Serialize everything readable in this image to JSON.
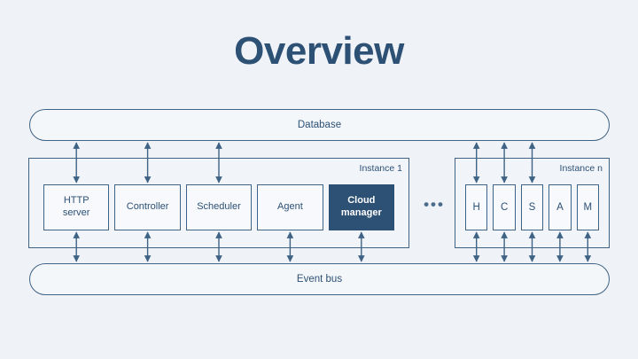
{
  "page": {
    "title": "Overview",
    "background_color": "#eff2f7",
    "accent_color": "#2d5075",
    "stroke_color": "#3f6384"
  },
  "database_bus": {
    "label": "Database"
  },
  "event_bus": {
    "label": "Event bus"
  },
  "instances": [
    {
      "label": "Instance 1",
      "components": [
        {
          "label": "HTTP server",
          "line1": "HTTP",
          "line2": "server",
          "highlighted": false
        },
        {
          "label": "Controller",
          "line1": "Controller",
          "line2": "",
          "highlighted": false
        },
        {
          "label": "Scheduler",
          "line1": "Scheduler",
          "line2": "",
          "highlighted": false
        },
        {
          "label": "Agent",
          "line1": "Agent",
          "line2": "",
          "highlighted": false
        },
        {
          "label": "Cloud manager",
          "line1": "Cloud",
          "line2": "manager",
          "highlighted": true
        }
      ]
    },
    {
      "label": "Instance n",
      "components": [
        {
          "label": "H",
          "line1": "H",
          "line2": "",
          "highlighted": false
        },
        {
          "label": "C",
          "line1": "C",
          "line2": "",
          "highlighted": false
        },
        {
          "label": "S",
          "line1": "S",
          "line2": "",
          "highlighted": false
        },
        {
          "label": "A",
          "line1": "A",
          "line2": "",
          "highlighted": false
        },
        {
          "label": "M",
          "line1": "M",
          "line2": "",
          "highlighted": false
        }
      ]
    }
  ],
  "separator": {
    "ellipsis": "•••"
  },
  "connections": {
    "database_to_instance1": [
      "HTTP server",
      "Controller",
      "Scheduler"
    ],
    "database_to_instancen": [
      "H",
      "C",
      "S"
    ],
    "instance1_to_eventbus": [
      "HTTP server",
      "Controller",
      "Scheduler",
      "Agent",
      "Cloud manager"
    ],
    "instancen_to_eventbus": [
      "H",
      "C",
      "S",
      "A",
      "M"
    ],
    "arrow_style": "bidirectional"
  }
}
